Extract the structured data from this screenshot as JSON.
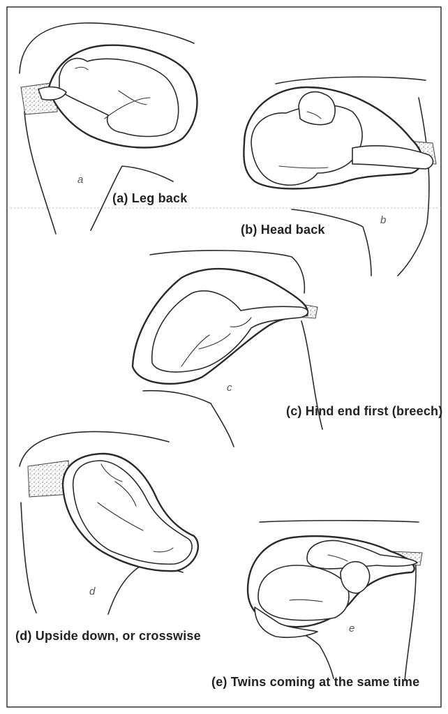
{
  "panels": [
    {
      "id": "a",
      "letter": "a",
      "caption": "(a) Leg back"
    },
    {
      "id": "b",
      "letter": "b",
      "caption": "(b) Head back"
    },
    {
      "id": "c",
      "letter": "c",
      "caption": "(c) Hind end first (breech)"
    },
    {
      "id": "d",
      "letter": "d",
      "caption": "(d) Upside down, or crosswise"
    },
    {
      "id": "e",
      "letter": "e",
      "caption": "(e) Twins coming at the same time"
    }
  ]
}
